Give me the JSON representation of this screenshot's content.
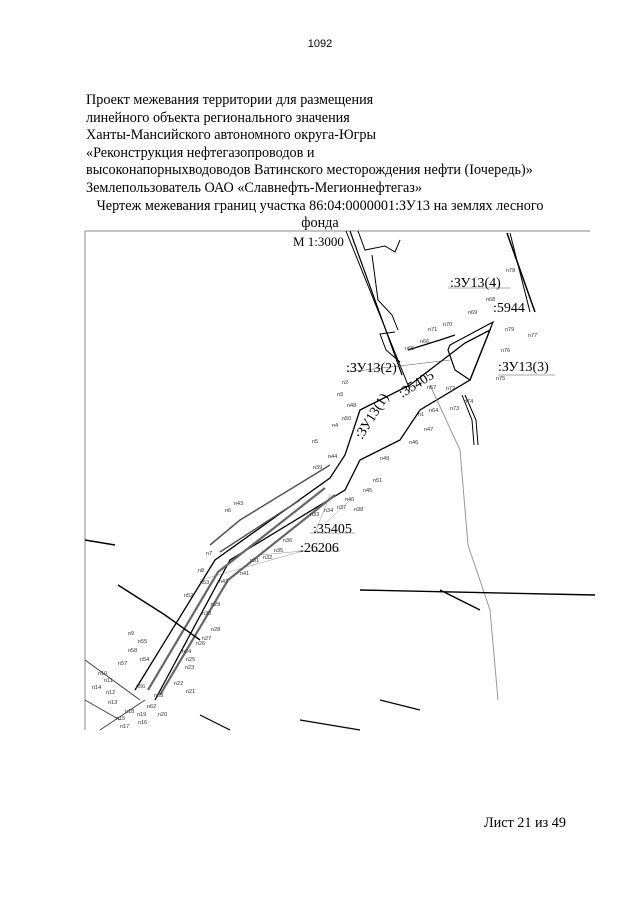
{
  "page_number": "1092",
  "header_lines": [
    "Проект межевания территории для размещения",
    "линейного объекта регионального значения",
    "Ханты-Мансийского автономного округа-Югры",
    "«Реконструкция нефтегазопроводов и",
    "высоконапорныхводоводов Ватинского месторождения нефти (Iочередь)»",
    "Землепользователь ОАО «Славнефть-Мегионнефтегаз»"
  ],
  "drawing_title_line1": "Чертеж межевания границ участка 86:04:0000001:ЗУ13 на землях лесного",
  "drawing_title_line2": "фонда",
  "map": {
    "scale": "М 1:3000",
    "parcel_labels": [
      ":ЗУ13(4)",
      ":5944",
      ":ЗУ13(2)",
      ":ЗУ13(3)",
      ":35405",
      ":ЗУ13(1)",
      ":35405",
      ":26206"
    ],
    "point_labels": [
      "n78",
      "n68",
      "n69",
      "n70",
      "n71",
      "n66",
      "n65",
      "n79",
      "n77",
      "n76",
      "n75",
      "n2",
      "n67",
      "n72",
      "n74",
      "n73",
      "n3",
      "n48",
      "n64",
      "n1",
      "n47",
      "n50",
      "n4",
      "n46",
      "n5",
      "n44",
      "n39",
      "n49",
      "n51",
      "n45",
      "n40",
      "n43",
      "n6",
      "n38",
      "n37",
      "n34",
      "n33",
      "n36",
      "n35",
      "n32",
      "n31",
      "n7",
      "n8",
      "n53",
      "n41",
      "n42",
      "n52",
      "n29",
      "n30",
      "n28",
      "n27",
      "n9",
      "n55",
      "n54",
      "n58",
      "n26",
      "n25",
      "n24",
      "n23",
      "n57",
      "n22",
      "n10",
      "n11",
      "n14",
      "n12",
      "n56",
      "n21",
      "n13",
      "n62",
      "n63",
      "n18",
      "n19",
      "n20",
      "n16",
      "n15",
      "n17"
    ]
  },
  "footer": "Лист 21 из 49"
}
